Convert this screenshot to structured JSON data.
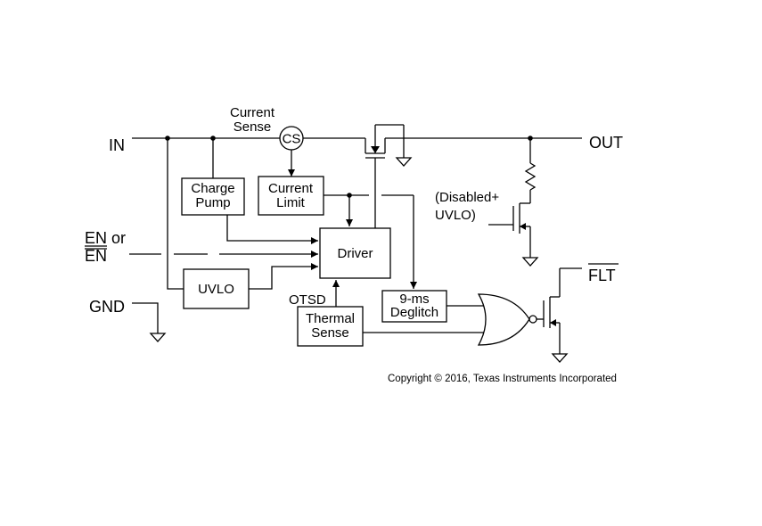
{
  "pins": {
    "in": "IN",
    "out": "OUT",
    "en_line1": "EN or",
    "en_line2": "EN",
    "gnd": "GND",
    "flt": "FLT"
  },
  "blocks": {
    "current_sense_line1": "Current",
    "current_sense_line2": "Sense",
    "cs": "CS",
    "charge_pump_line1": "Charge",
    "charge_pump_line2": "Pump",
    "current_limit_line1": "Current",
    "current_limit_line2": "Limit",
    "driver": "Driver",
    "uvlo": "UVLO",
    "thermal_sense_line1": "Thermal",
    "thermal_sense_line2": "Sense",
    "deglitch_line1": "9-ms",
    "deglitch_line2": "Deglitch"
  },
  "signals": {
    "otsd": "OTSD",
    "disabled_line1": "(Disabled+",
    "disabled_line2": "UVLO)"
  },
  "copyright": "Copyright © 2016, Texas Instruments Incorporated"
}
